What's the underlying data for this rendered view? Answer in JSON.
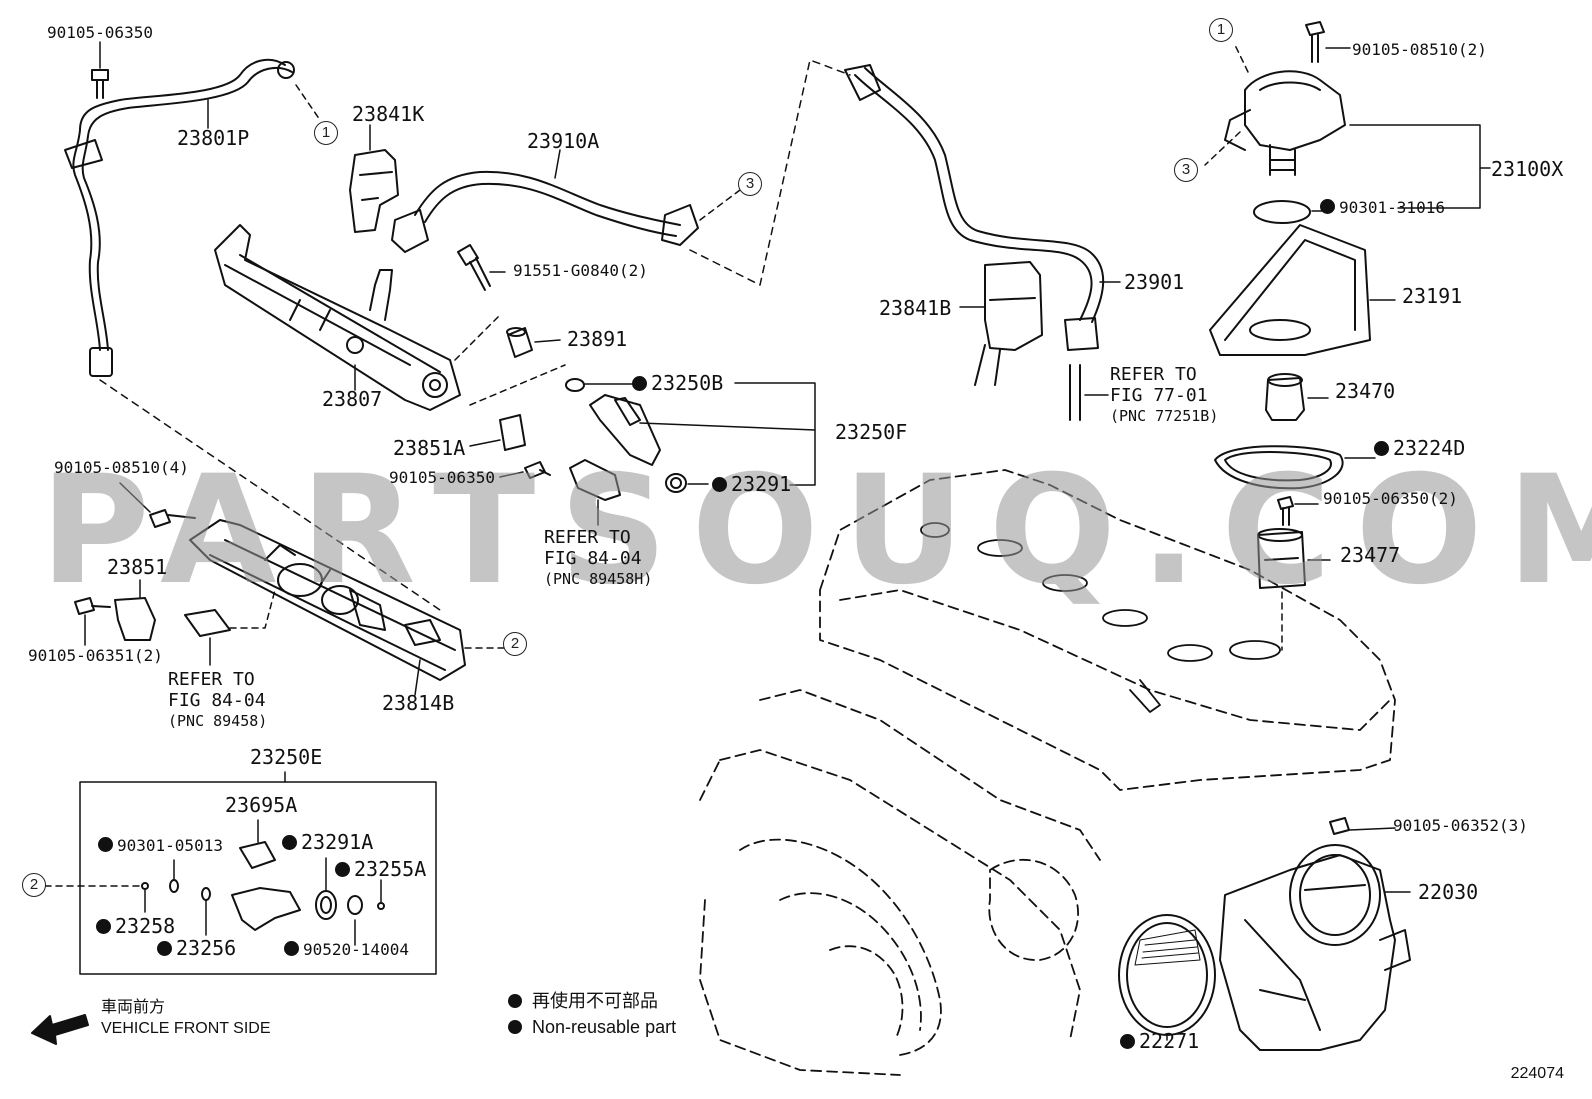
{
  "colors": {
    "line": "#111111",
    "watermark": "#969696"
  },
  "watermark": "PARTSOUQ.COM",
  "figure_id": "224074",
  "labels": {
    "p90105_06350_top": "90105-06350",
    "p23801P": "23801P",
    "p23841K": "23841K",
    "p23910A": "23910A",
    "p91551": "91551-G0840(2)",
    "p23891": "23891",
    "p23807": "23807",
    "p23250B": "23250B",
    "p23250F": "23250F",
    "p23851A": "23851A",
    "p90105_06350_mid": "90105-06350",
    "p23291": "23291",
    "p90105_08510_4": "90105-08510(4)",
    "p23851": "23851",
    "p90105_06351": "90105-06351(2)",
    "p23814B": "23814B",
    "p23841B": "23841B",
    "p23901": "23901",
    "p90105_08510_2": "90105-08510(2)",
    "p23100X": "23100X",
    "p90301_31016": "90301-31016",
    "p23191": "23191",
    "p23470": "23470",
    "p23224D": "23224D",
    "p90105_06350_2": "90105-06350(2)",
    "p23477": "23477",
    "p90105_06352": "90105-06352(3)",
    "p22030": "22030",
    "p22271": "22271",
    "p23250E": "23250E",
    "p23695A": "23695A",
    "p90301_05013": "90301-05013",
    "p23291A": "23291A",
    "p23255A": "23255A",
    "p23258": "23258",
    "p23256": "23256",
    "p90520_14004": "90520-14004"
  },
  "references": {
    "ref_77_01": {
      "line1": "REFER TO",
      "line2": "FIG 77-01",
      "line3": "(PNC 77251B)"
    },
    "ref_84_04_a": {
      "line1": "REFER TO",
      "line2": "FIG 84-04",
      "line3": "(PNC 89458H)"
    },
    "ref_84_04_b": {
      "line1": "REFER TO",
      "line2": "FIG 84-04",
      "line3": "(PNC 89458)"
    }
  },
  "callouts": {
    "c1": "1",
    "c2": "2",
    "c3": "3"
  },
  "legend": {
    "jp": "再使用不可部品",
    "en": "Non-reusable part"
  },
  "vehicle_front": {
    "jp": "車両前方",
    "en": "VEHICLE FRONT SIDE"
  }
}
